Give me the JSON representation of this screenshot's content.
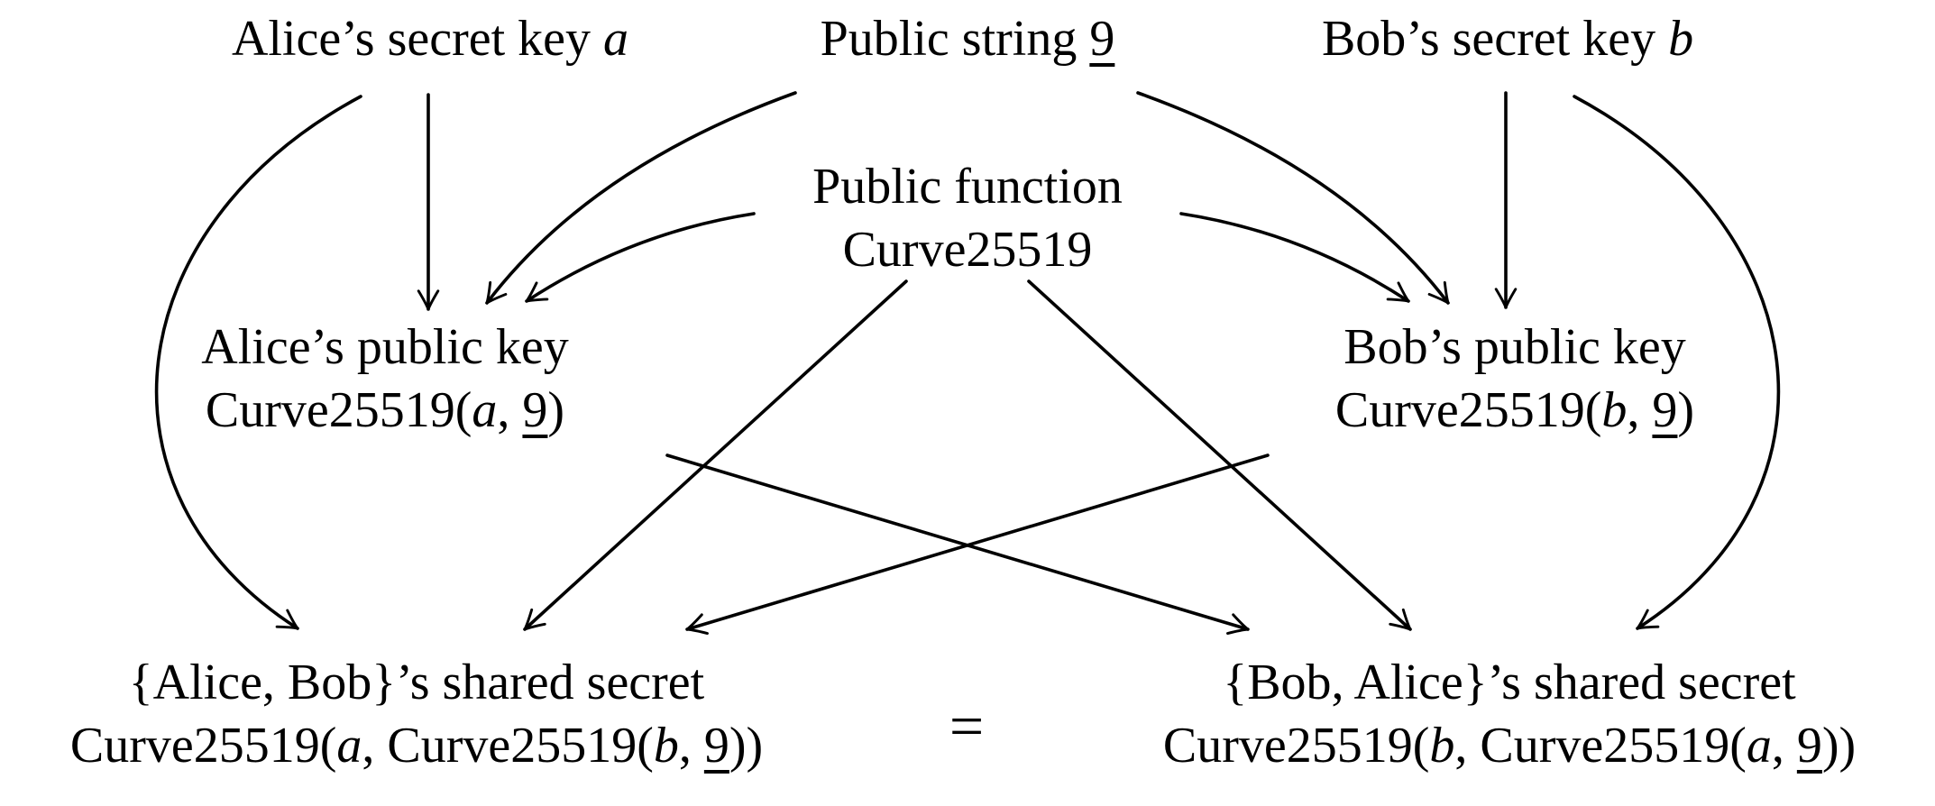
{
  "colors": {
    "ink": "#000000",
    "background": "#ffffff"
  },
  "nodes": {
    "alice_secret": {
      "line1": [
        {
          "style": "plain",
          "text": "Alice’s secret key "
        },
        {
          "style": "italic",
          "text": "a"
        }
      ]
    },
    "public_string": {
      "line1": [
        {
          "style": "plain",
          "text": "Public string "
        },
        {
          "style": "underline",
          "text": "9"
        }
      ]
    },
    "bob_secret": {
      "line1": [
        {
          "style": "plain",
          "text": "Bob’s secret key "
        },
        {
          "style": "italic",
          "text": "b"
        }
      ]
    },
    "public_function": {
      "line1": [
        {
          "style": "plain",
          "text": "Public function"
        }
      ],
      "line2": [
        {
          "style": "plain",
          "text": "Curve25519"
        }
      ]
    },
    "alice_public": {
      "line1": [
        {
          "style": "plain",
          "text": "Alice’s public key"
        }
      ],
      "line2": [
        {
          "style": "plain",
          "text": "Curve25519("
        },
        {
          "style": "italic",
          "text": "a"
        },
        {
          "style": "plain",
          "text": ", "
        },
        {
          "style": "underline",
          "text": "9"
        },
        {
          "style": "plain",
          "text": ")"
        }
      ]
    },
    "bob_public": {
      "line1": [
        {
          "style": "plain",
          "text": "Bob’s public key"
        }
      ],
      "line2": [
        {
          "style": "plain",
          "text": "Curve25519("
        },
        {
          "style": "italic",
          "text": "b"
        },
        {
          "style": "plain",
          "text": ", "
        },
        {
          "style": "underline",
          "text": "9"
        },
        {
          "style": "plain",
          "text": ")"
        }
      ]
    },
    "shared_left": {
      "line1": [
        {
          "style": "plain",
          "text": "{Alice, Bob}’s shared secret"
        }
      ],
      "line2": [
        {
          "style": "plain",
          "text": "Curve25519("
        },
        {
          "style": "italic",
          "text": "a"
        },
        {
          "style": "plain",
          "text": ", Curve25519("
        },
        {
          "style": "italic",
          "text": "b"
        },
        {
          "style": "plain",
          "text": ", "
        },
        {
          "style": "underline",
          "text": "9"
        },
        {
          "style": "plain",
          "text": "))"
        }
      ]
    },
    "shared_right": {
      "line1": [
        {
          "style": "plain",
          "text": "{Bob, Alice}’s shared secret"
        }
      ],
      "line2": [
        {
          "style": "plain",
          "text": "Curve25519("
        },
        {
          "style": "italic",
          "text": "b"
        },
        {
          "style": "plain",
          "text": ", Curve25519("
        },
        {
          "style": "italic",
          "text": "a"
        },
        {
          "style": "plain",
          "text": ", "
        },
        {
          "style": "underline",
          "text": "9"
        },
        {
          "style": "plain",
          "text": "))"
        }
      ]
    },
    "equals": {
      "text": "="
    }
  },
  "edges": [
    {
      "from": "alice-secret-key",
      "to": "alice-public-key"
    },
    {
      "from": "public-string",
      "to": "alice-public-key"
    },
    {
      "from": "public-function",
      "to": "alice-public-key"
    },
    {
      "from": "public-string",
      "to": "bob-public-key"
    },
    {
      "from": "public-function",
      "to": "bob-public-key"
    },
    {
      "from": "bob-secret-key",
      "to": "bob-public-key"
    },
    {
      "from": "alice-secret-key",
      "to": "shared-secret-alice-bob"
    },
    {
      "from": "public-function",
      "to": "shared-secret-alice-bob"
    },
    {
      "from": "bob-public-key",
      "to": "shared-secret-alice-bob"
    },
    {
      "from": "alice-public-key",
      "to": "shared-secret-bob-alice"
    },
    {
      "from": "public-function",
      "to": "shared-secret-bob-alice"
    },
    {
      "from": "bob-secret-key",
      "to": "shared-secret-bob-alice"
    }
  ]
}
